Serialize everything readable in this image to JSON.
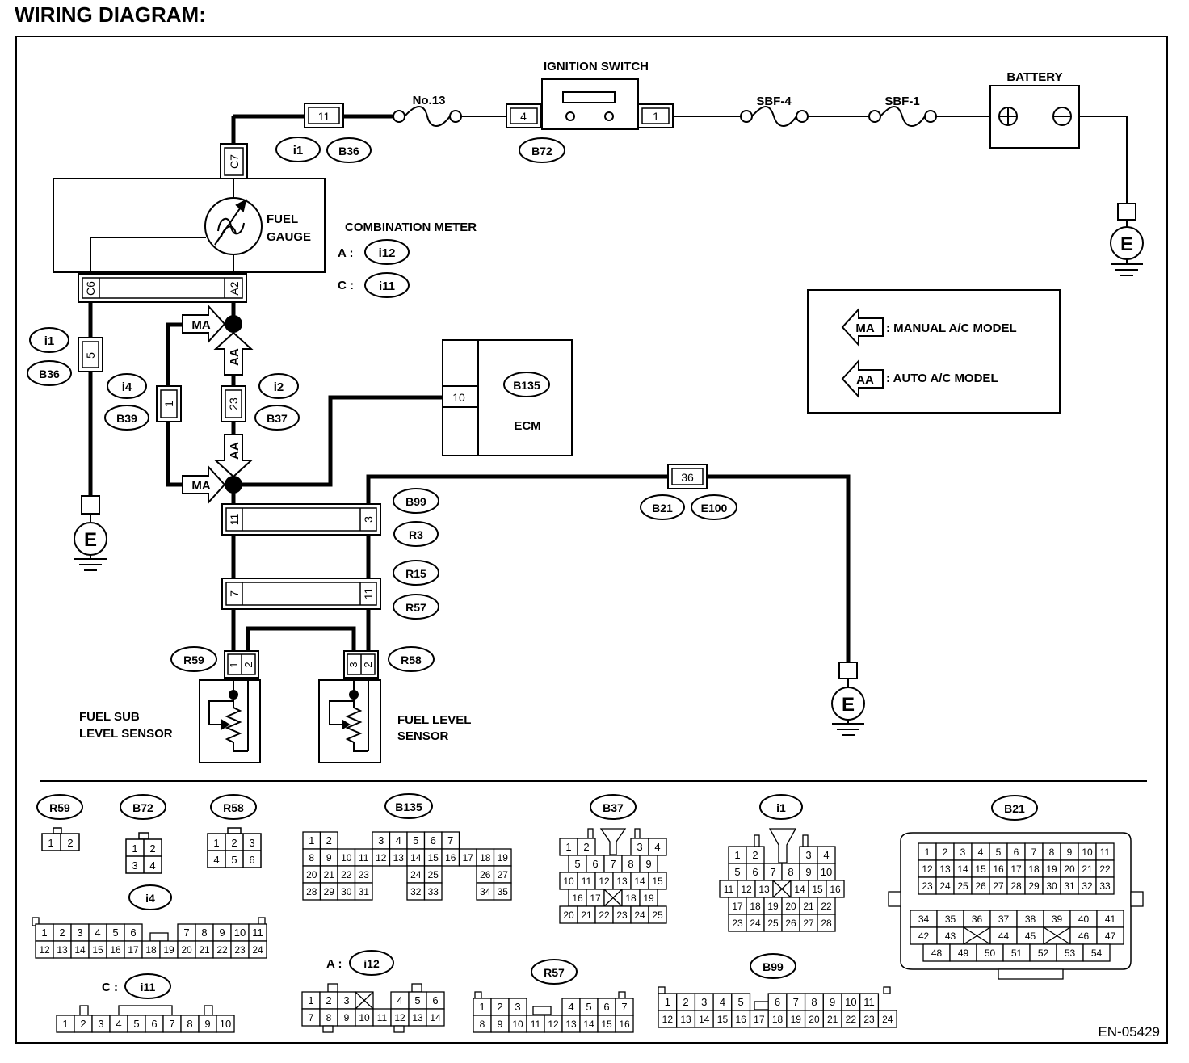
{
  "heading": "WIRING DIAGRAM:",
  "figure_id": "EN-05429",
  "components": {
    "ignition_switch": "IGNITION SWITCH",
    "battery": "BATTERY",
    "fuse_no13": "No.13",
    "sbf4": "SBF-4",
    "sbf1": "SBF-1",
    "fuel_gauge_1": "FUEL",
    "fuel_gauge_2": "GAUGE",
    "combination_meter": "COMBINATION METER",
    "cm_a": "A :",
    "cm_c": "C :",
    "ecm": "ECM",
    "fuel_sub_sensor_1": "FUEL SUB",
    "fuel_sub_sensor_2": "LEVEL SENSOR",
    "fuel_level_sensor_1": "FUEL LEVEL",
    "fuel_level_sensor_2": "SENSOR",
    "ground": "E"
  },
  "legend": {
    "ma_tag": "MA",
    "ma_text": ": MANUAL  A/C MODEL",
    "aa_tag": "AA",
    "aa_text": ": AUTO  A/C MODEL"
  },
  "pins": {
    "p11": "11",
    "p4": "4",
    "p1": "1",
    "c7": "C7",
    "c6": "C6",
    "a2": "A2",
    "p5": "5",
    "p1b": "1",
    "p23": "23",
    "p10": "10",
    "p36": "36",
    "p11b": "11",
    "p3": "3",
    "p7": "7",
    "p11c": "11",
    "r59_1": "1",
    "r59_2": "2",
    "r58_3": "3",
    "r58_2": "2"
  },
  "connector_refs": {
    "i1": "i1",
    "b36": "B36",
    "b72": "B72",
    "i12": "i12",
    "i11": "i11",
    "i1b": "i1",
    "b36b": "B36",
    "i4": "i4",
    "b39": "B39",
    "i2": "i2",
    "b37": "B37",
    "b135": "B135",
    "b99": "B99",
    "r3": "R3",
    "r15": "R15",
    "r57": "R57",
    "b21": "B21",
    "e100": "E100",
    "r59": "R59",
    "r58": "R58"
  },
  "connector_views": {
    "r59": "R59",
    "b72": "B72",
    "r58": "R58",
    "b135": "B135",
    "b37": "B37",
    "i1": "i1",
    "b21": "B21",
    "i4": "i4",
    "a_label": "A :",
    "i12": "i12",
    "r57": "R57",
    "b99": "B99",
    "c_label": "C :",
    "i11": "i11"
  }
}
